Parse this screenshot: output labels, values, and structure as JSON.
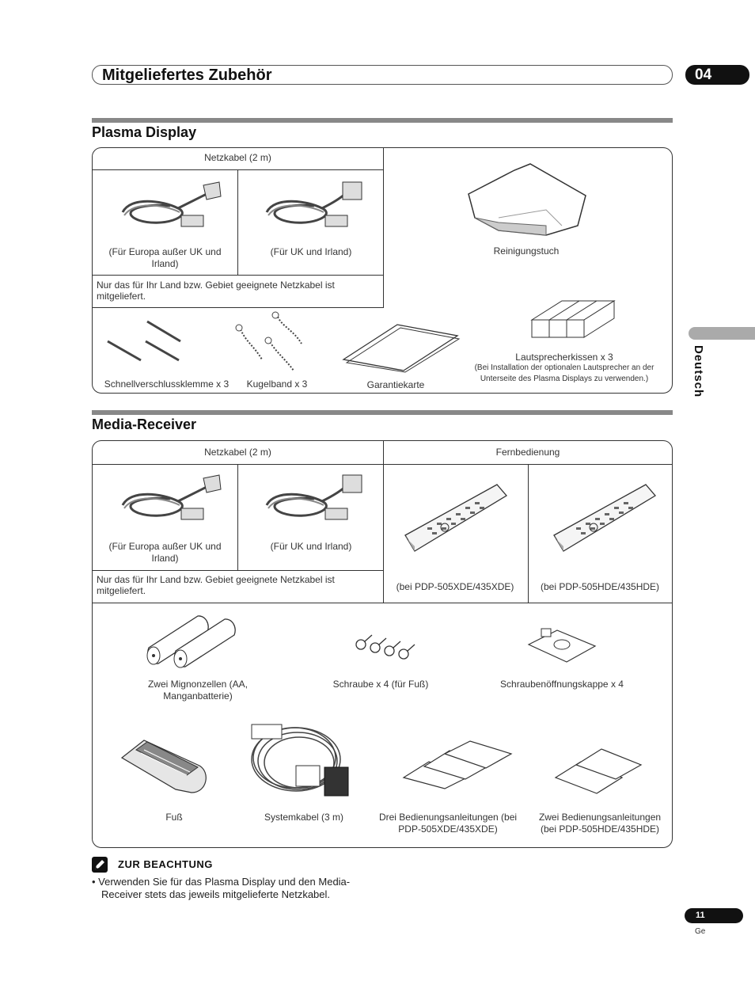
{
  "header": {
    "title": "Mitgeliefertes Zubehör",
    "chapter": "04"
  },
  "side_tab": "Deutsch",
  "plasma": {
    "title": "Plasma Display",
    "netzkabel_header": "Netzkabel (2 m)",
    "cable_eu": "(Für Europa außer UK und Irland)",
    "cable_uk": "(Für UK und Irland)",
    "cable_note": "Nur das für Ihr Land bzw. Gebiet geeignete Netzkabel ist mitgeliefert.",
    "cloth": "Reinigungstuch",
    "clamp": "Schnellverschlussklemme x 3",
    "bead": "Kugelband x 3",
    "card": "Garantiekarte",
    "pads": "Lautsprecherkissen x 3",
    "pads_note": "(Bei Installation der optionalen Lautsprecher an der Unterseite des Plasma Displays zu verwenden.)"
  },
  "receiver": {
    "title": "Media-Receiver",
    "netzkabel_header": "Netzkabel (2 m)",
    "remote_header": "Fernbedienung",
    "cable_eu": "(Für Europa außer UK und Irland)",
    "cable_uk": "(Für UK und Irland)",
    "cable_note": "Nur das für Ihr Land bzw. Gebiet geeignete Netzkabel ist mitgeliefert.",
    "remote_xde": "(bei PDP-505XDE/435XDE)",
    "remote_hde": "(bei PDP-505HDE/435HDE)",
    "batteries": "Zwei Mignonzellen (AA, Manganbatterie)",
    "screws": "Schraube x 4 (für Fuß)",
    "caps": "Schraubenöffnungskappe x 4",
    "foot": "Fuß",
    "system_cable": "Systemkabel (3 m)",
    "manuals_three": "Drei Bedienungsanleitungen (bei PDP-505XDE/435XDE)",
    "manuals_two": "Zwei Bedienungsanleitungen (bei PDP-505HDE/435HDE)"
  },
  "note": {
    "title": "ZUR BEACHTUNG",
    "text": "• Verwenden Sie für das Plasma Display und den Media-Receiver stets das jeweils mitgelieferte Netzkabel."
  },
  "footer": {
    "page": "11",
    "lang": "Ge"
  }
}
